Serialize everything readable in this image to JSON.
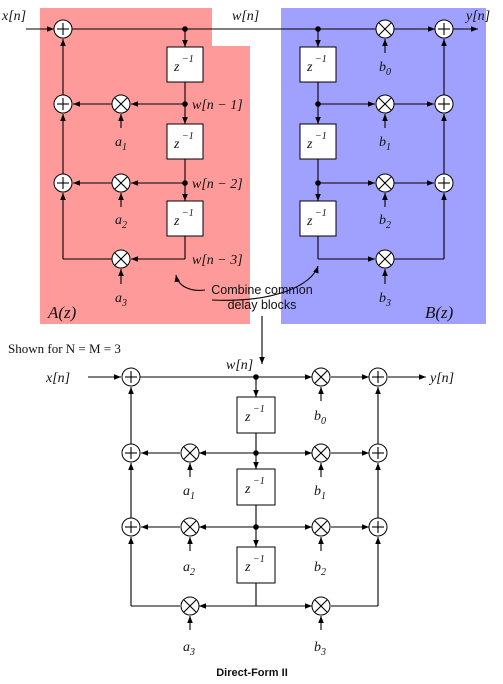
{
  "colors": {
    "a_region": "#ff9a9a",
    "b_region": "#a0a0ff",
    "line": "#000000",
    "background": "#ffffff"
  },
  "labels": {
    "input": "x[n]",
    "output": "y[n]",
    "state": "w[n]",
    "w1": "w[n − 1]",
    "w2": "w[n − 2]",
    "w3": "w[n − 3]",
    "delay": "z",
    "delay_exp": "−1",
    "a1": "a",
    "a1_sub": "1",
    "a2": "a",
    "a2_sub": "2",
    "a3": "a",
    "a3_sub": "3",
    "b0": "b",
    "b0_sub": "0",
    "b1": "b",
    "b1_sub": "1",
    "b2": "b",
    "b2_sub": "2",
    "b3": "b",
    "b3_sub": "3"
  },
  "regions": {
    "a_label": "A(z)",
    "b_label": "B(z)"
  },
  "annotation": {
    "line1": "Combine common",
    "line2": "delay blocks"
  },
  "caption": "Shown for N = M = 3",
  "title": "Direct-Form II",
  "icons": {
    "adder": "circled-plus",
    "multiplier": "circled-times"
  }
}
